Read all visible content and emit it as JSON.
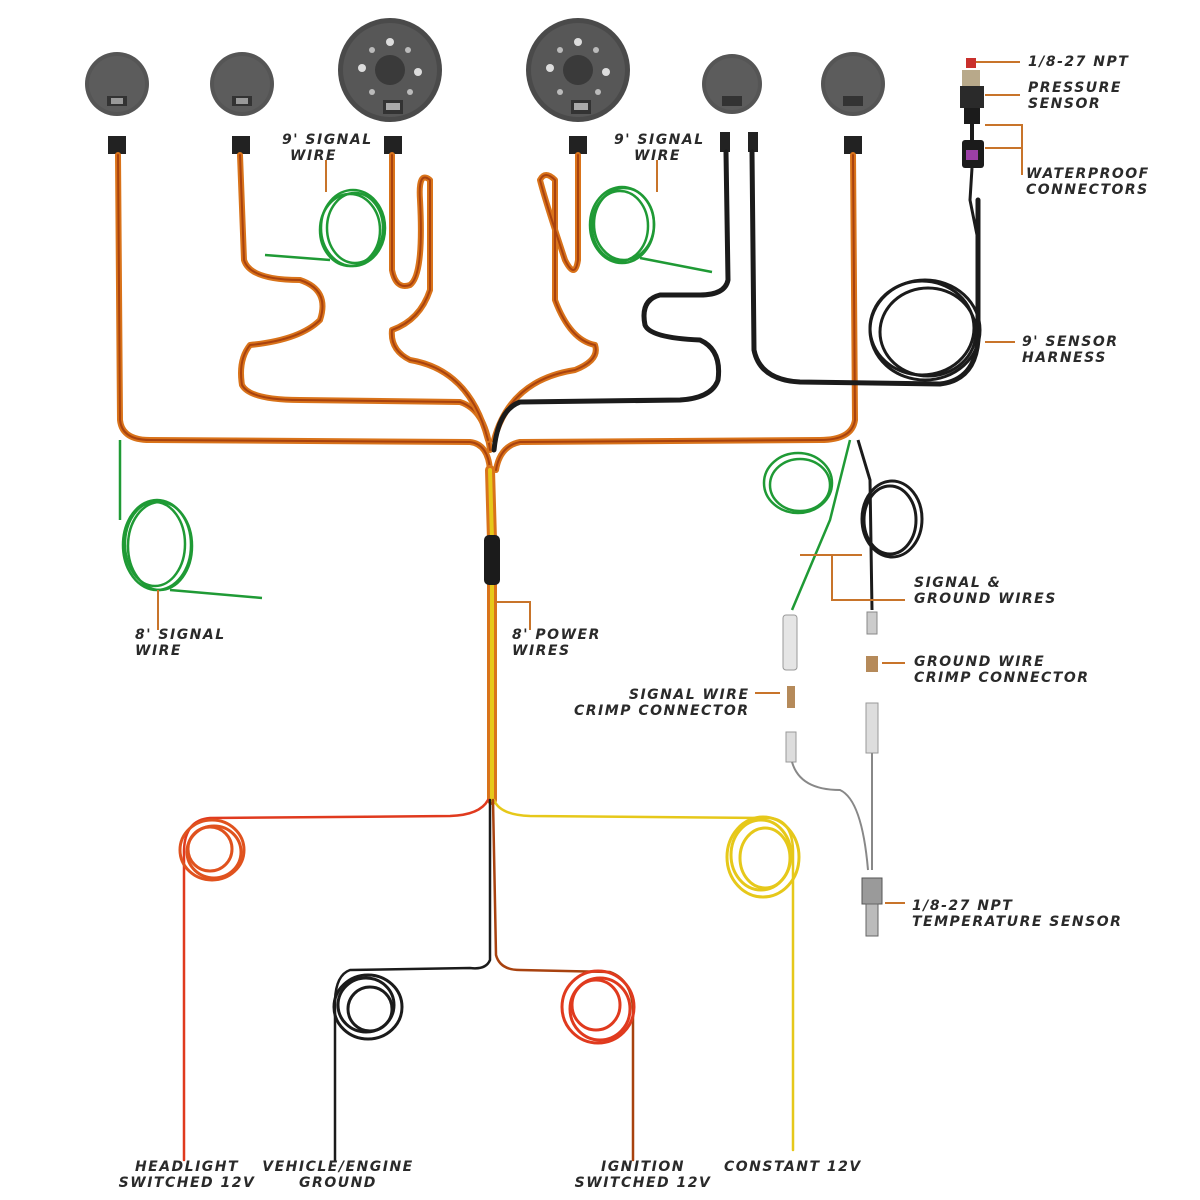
{
  "colors": {
    "orange": "#d9731a",
    "dark_orange": "#a8420f",
    "yellow": "#e6c81a",
    "red": "#e03a1e",
    "black": "#1b1b1b",
    "green": "#1f9a35",
    "gauge": "#555555",
    "leader": "#c8742a"
  },
  "labels": {
    "signal_wire_left": [
      "9' SIGNAL",
      "WIRE"
    ],
    "signal_wire_right": [
      "9' SIGNAL",
      "WIRE"
    ],
    "npt_top": "1/8-27 NPT",
    "pressure_sensor": [
      "PRESSURE",
      "SENSOR"
    ],
    "waterproof": [
      "WATERPROOF",
      "CONNECTORS"
    ],
    "sensor_harness": [
      "9' SENSOR",
      "HARNESS"
    ],
    "signal_wire_8": [
      "8' SIGNAL",
      "WIRE"
    ],
    "power_wires": [
      "8' POWER",
      "WIRES"
    ],
    "signal_ground": [
      "SIGNAL &",
      "GROUND WIRES"
    ],
    "ground_crimp": [
      "GROUND WIRE",
      "CRIMP CONNECTOR"
    ],
    "signal_crimp": [
      "SIGNAL WIRE",
      "CRIMP CONNECTOR"
    ],
    "temp_sensor": [
      "1/8-27 NPT",
      "TEMPERATURE SENSOR"
    ],
    "headlight": [
      "HEADLIGHT",
      "SWITCHED 12V"
    ],
    "vehicle_ground": [
      "VEHICLE/ENGINE",
      "GROUND"
    ],
    "ignition": [
      "IGNITION",
      "SWITCHED 12V"
    ],
    "constant": "CONSTANT 12V"
  }
}
